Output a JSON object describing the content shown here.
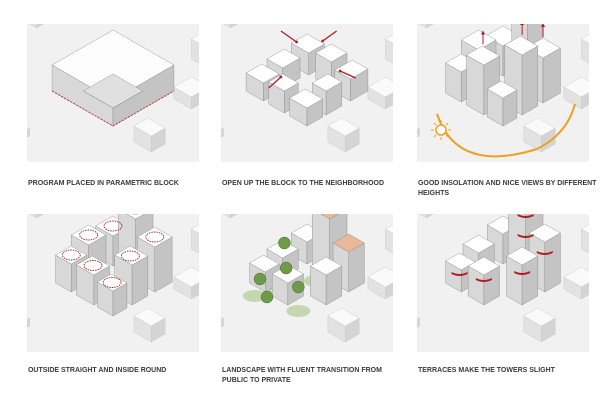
{
  "panels": [
    {
      "caption": "PROGRAM PLACED IN PARAMETRIC BLOCK"
    },
    {
      "caption": "OPEN UP THE BLOCK TO THE NEIGHBORHOOD"
    },
    {
      "caption": "GOOD INSOLATION AND NICE VIEWS BY DIFFERENT HEIGHTS"
    },
    {
      "caption": "OUTSIDE STRAIGHT AND INSIDE ROUND"
    },
    {
      "caption": "LANDSCAPE WITH FLUENT TRANSITION FROM PUBLIC TO PRIVATE"
    },
    {
      "caption": "TERRACES MAKE THE TOWERS SLIGHT"
    }
  ],
  "colors": {
    "accent": "#b01c22",
    "sun": "#f0a020",
    "green": "#6e9a4a",
    "terrace": "#e8b89a"
  }
}
